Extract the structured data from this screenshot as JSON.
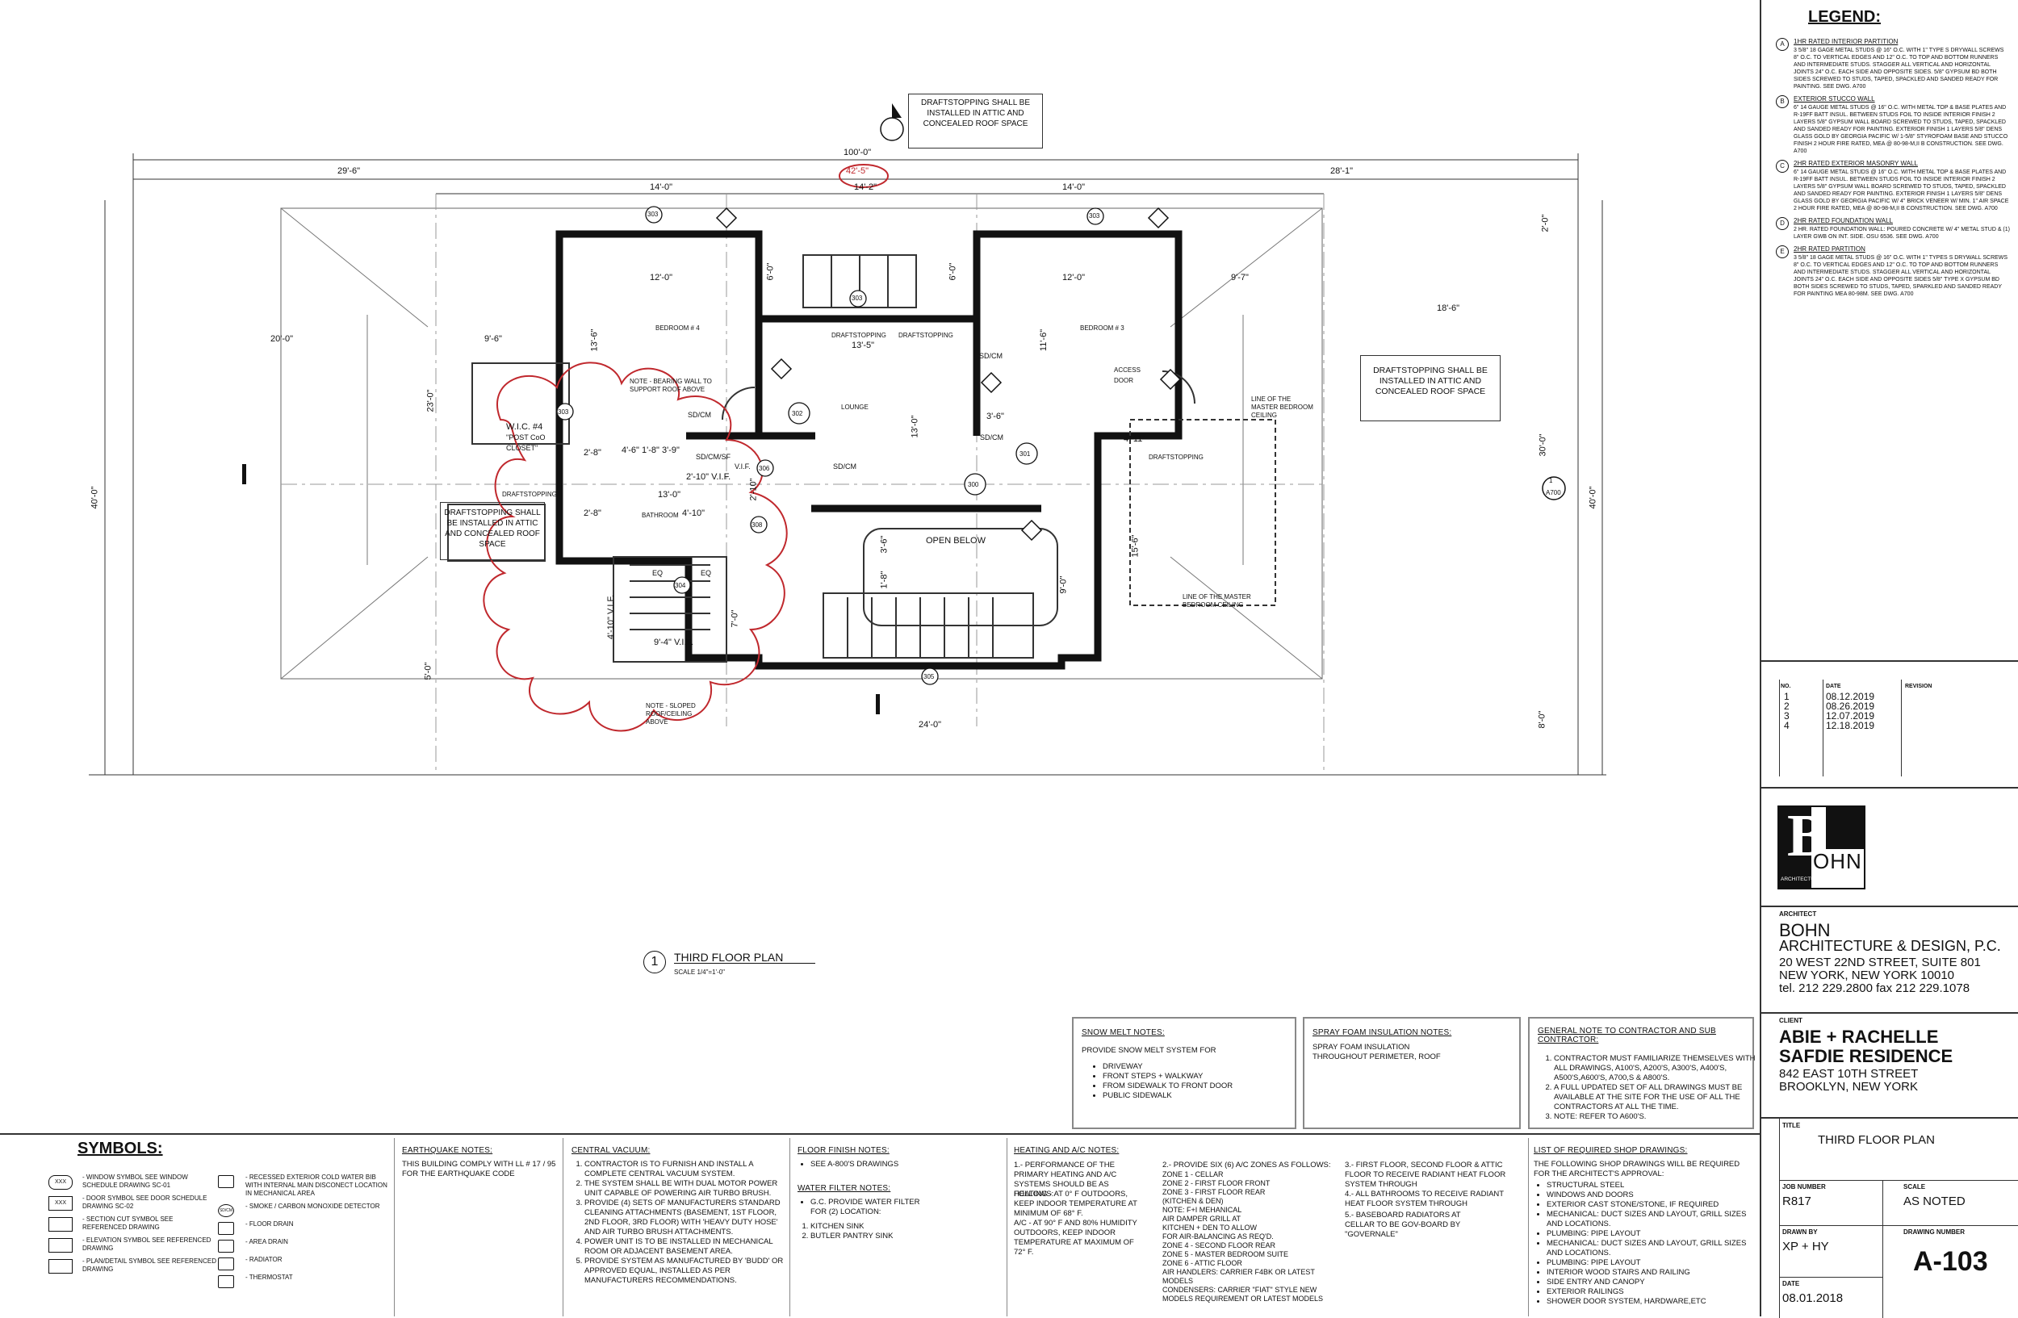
{
  "legend": {
    "title": "LEGEND:",
    "items": [
      {
        "tag": "A",
        "title": "1HR RATED INTERIOR PARTITION",
        "body": "3 5/8\" 18 GAGE METAL STUDS @ 16\" O.C. WITH 1\" TYPE S DRYWALL SCREWS 8\" O.C. TO VERTICAL EDGES AND 12\" O.C. TO TOP AND BOTTOM RUNNERS AND INTERMEDIATE STUDS. STAGGER ALL VERTICAL AND HORIZONTAL JOINTS 24\" O.C. EACH SIDE AND OPPOSITE SIDES. 5/8\" GYPSUM BD BOTH SIDES SCREWED TO STUDS, TAPED, SPACKLED AND SANDED READY FOR PAINTING. SEE DWG. A700"
      },
      {
        "tag": "B",
        "title": "EXTERIOR STUCCO WALL",
        "body": "6\" 14 GAUGE METAL STUDS @ 16\" O.C. WITH METAL TOP & BASE PLATES AND R-19FF BATT INSUL. BETWEEN STUDS FOIL TO INSIDE INTERIOR FINISH 2 LAYERS 5/8\" GYPSUM WALL BOARD SCREWED TO STUDS, TAPED, SPACKLED AND SANDED READY FOR PAINTING. EXTERIOR FINISH 1 LAYERS 5/8\" DENS GLASS GOLD BY GEORGIA PACIFIC W/ 1-5/8\" STYROFOAM BASE AND STUCCO FINISH 2 HOUR FIRE RATED, MEA @ 80-98-M,II B CONSTRUCTION. SEE DWG. A700"
      },
      {
        "tag": "C",
        "title": "2HR RATED EXTERIOR MASONRY WALL",
        "body": "6\" 14 GAUGE METAL STUDS @ 16\" O.C. WITH METAL TOP & BASE PLATES AND R-19FF BATT INSUL. BETWEEN STUDS FOIL TO INSIDE INTERIOR FINISH 2 LAYERS 5/8\" GYPSUM WALL BOARD SCREWED TO STUDS, TAPED, SPACKLED AND SANDED READY FOR PAINTING. EXTERIOR FINISH 1 LAYERS 5/8\" DENS GLASS GOLD BY GEORGIA PACIFIC W/ 4\" BRICK VENEER W/ MIN. 1\" AIR SPACE 2 HOUR FIRE RATED, MEA @ 80-98-M,II B CONSTRUCTION. SEE DWG. A700"
      },
      {
        "tag": "D",
        "title": "2HR RATED FOUNDATION WALL",
        "body": "2 HR. RATED FOUNDATION WALL: POURED CONCRETE W/ 4\" METAL STUD & (1) LAYER GWB ON INT. SIDE. OSU 6536. SEE DWG. A700"
      },
      {
        "tag": "E",
        "title": "2HR RATED PARTITION",
        "body": "3 5/8\" 18 GAGE METAL STUDS @ 16\" O.C. WITH 1\" TYPES S DRYWALL SCREWS 8\" O.C. TO VERTICAL EDGES AND 12\" O.C. TO TOP AND BOTTOM RUNNERS AND INTERMEDIATE STUDS. STAGGER ALL VERTICAL AND HORIZONTAL JOINTS 24\" O.C. EACH SIDE AND OPPOSITE SIDES 5/8\" TYPE X GYPSUM BD BOTH SIDES SCREWED TO STUDS, TAPED, SPARKLED AND SANDED READY FOR PAINTING MEA 80-98M. SEE DWG. A700"
      }
    ]
  },
  "revisions": {
    "headers": [
      "NO.",
      "DATE",
      "REVISION"
    ],
    "rows": [
      [
        "1",
        "08.12.2019"
      ],
      [
        "2",
        "08.26.2019"
      ],
      [
        "3",
        "12.07.2019"
      ],
      [
        "4",
        "12.18.2019"
      ]
    ]
  },
  "logo": {
    "letter": "B",
    "sub": "OHN",
    "tagline": "ARCHITECTURE & DESIGN"
  },
  "architect": {
    "label": "ARCHITECT",
    "name": "BOHN",
    "firm": "ARCHITECTURE & DESIGN, P.C.",
    "address1": "20 WEST 22ND STREET, SUITE 801",
    "address2": "NEW YORK, NEW YORK 10010",
    "phone": "tel. 212 229.2800 fax 212 229.1078"
  },
  "client": {
    "label": "CLIENT",
    "line1": "ABIE + RACHELLE",
    "line2": "SAFDIE RESIDENCE",
    "address1": "842 EAST 10TH STREET",
    "address2": "BROOKLYN, NEW YORK"
  },
  "titleblock": {
    "title_label": "TITLE",
    "title": "THIRD FLOOR PLAN",
    "job_label": "JOB NUMBER",
    "job": "R817",
    "scale_label": "SCALE",
    "scale": "AS NOTED",
    "drawn_label": "DRAWN BY",
    "drawn": "XP + HY",
    "drawing_label": "DRAWING NUMBER",
    "drawing": "A-103",
    "date_label": "DATE",
    "date": "08.01.2018"
  },
  "plan": {
    "title_num": "1",
    "title": "THIRD FLOOR PLAN",
    "scale": "SCALE 1/4\"=1'-0\"",
    "notes": {
      "draft_top": "DRAFTSTOPPING SHALL BE INSTALLED IN ATTIC AND CONCEALED ROOF SPACE",
      "draft_right": "DRAFTSTOPPING SHALL BE INSTALLED IN ATTIC AND CONCEALED ROOF SPACE",
      "draft_left": "DRAFTSTOPPING SHALL BE INSTALLED IN ATTIC AND CONCEALED ROOF SPACE"
    },
    "dims": {
      "top_total": "100'-0\"",
      "top_sub": "42'-5\"",
      "left_w": "29'-6\"",
      "right_w": "28'-1\"",
      "d14a": "14'-0\"",
      "d14b": "14'-0\"",
      "d14c": "14'-2\"",
      "left_h": "40'-0\"",
      "right_h": "40'-0\"",
      "d20": "20'-0\"",
      "d9_6": "9'-6\"",
      "d23": "23'-0\"",
      "d12a": "12'-0\"",
      "d12b": "12'-0\"",
      "d13_5": "13'-5\"",
      "d18_6": "18'-6\"",
      "d9_7": "9'-7\"",
      "d30": "30'-0\"",
      "d24": "24'-0\"",
      "d8": "8'-0\"",
      "d2": "2'-0\"",
      "d6a": "6'-0\"",
      "d6b": "6'-0\"",
      "d13_6": "13'-6\"",
      "d11_6": "11'-6\"",
      "d13_0": "13'-0\"",
      "d3_6": "3'-6\"",
      "d4_11": "4'-11\"",
      "d15_6": "15'-6\"",
      "d9_0": "9'-0\"",
      "d5_0": "5'-0\"",
      "d4_10": "4'-10\" V.I.F.",
      "d9_4": "9'-4\" V.I.F.",
      "d2_8a": "2'-8\"",
      "d2_8b": "2'-8\"",
      "d13_0b": "13'-0\"",
      "d1_8": "1'-8\"",
      "d3_9": "3'-9\"",
      "d7_0": "7'-0\"",
      "d3_6b": "3'-6\"",
      "d1_8b": "1'-8\"",
      "d2_10": "2'-10\" V.I.F.",
      "d4_10b": "4'-10\"",
      "d4_6": "4'-6\"",
      "d2_10b": "2'-10\""
    },
    "labels": {
      "bedroom4": "BEDROOM # 4",
      "bedroom3": "BEDROOM # 3",
      "lounge": "LOUNGE",
      "open_below": "OPEN BELOW",
      "bathroom": "BATHROOM",
      "wic": "W.I.C. #4",
      "wic_note": "\"POST CoO CLOSET\"",
      "access": "ACCESS DOOR",
      "draftstop": "DRAFTSTOPPING",
      "sdcm": "SD/CM",
      "sdcm2": "SD/CM",
      "sdcm3": "SD/CM",
      "sdcm4": "SD/CM",
      "sdcmsf": "SD/CM/SF",
      "bearing": "NOTE - BEARING WALL TO SUPPORT ROOF ABOVE",
      "sloped": "NOTE - SLOPED ROOF/CEILING ABOVE",
      "master_line1": "LINE OF THE MASTER BEDROOM CEILING",
      "master_line2": "LINE OF THE MASTER BEDROOM CEILING",
      "eq": "EQ",
      "viif": "V.I.F.",
      "tags": [
        "303",
        "303",
        "303",
        "302",
        "300",
        "301",
        "304",
        "305",
        "306",
        "308",
        "303"
      ],
      "section": "A700",
      "section_num": "1"
    }
  },
  "notes": {
    "snow_title": "SNOW MELT NOTES:",
    "snow_intro": "PROVIDE SNOW MELT SYSTEM FOR",
    "snow_items": [
      "DRIVEWAY",
      "FRONT STEPS + WALKWAY",
      "FROM SIDEWALK TO FRONT DOOR",
      "PUBLIC SIDEWALK"
    ],
    "spray_title": "SPRAY FOAM INSULATION NOTES:",
    "spray_body1": "SPRAY FOAM INSULATION",
    "spray_body2": "THROUGHOUT PERIMETER, ROOF",
    "gen_title": "GENERAL NOTE TO CONTRACTOR AND SUB CONTRACTOR:",
    "gen_items": [
      "CONTRACTOR MUST FAMILIARIZE THEMSELVES WITH ALL DRAWINGS, A100'S, A200'S, A300'S, A400'S, A500'S,A600'S, A700,S & A800'S.",
      "A FULL UPDATED SET OF ALL DRAWINGS MUST BE AVAILABLE AT THE SITE FOR THE USE OF ALL THE CONTRACTORS AT ALL THE TIME.",
      "NOTE: REFER TO A600'S."
    ]
  },
  "symbols": {
    "title": "SYMBOLS:",
    "items": [
      "- WINDOW SYMBOL SEE WINDOW SCHEDULE DRAWING SC-01",
      "- DOOR SYMBOL SEE DOOR SCHEDULE DRAWING SC-02",
      "- SECTION CUT SYMBOL SEE REFERENCED DRAWING",
      "- ELEVATION SYMBOL SEE REFERENCED DRAWING",
      "- PLAN/DETAIL SYMBOL SEE REFERENCED DRAWING"
    ],
    "items2": [
      "- RECESSED EXTERIOR COLD WATER BIB WITH INTERNAL MAIN DISCONECT LOCATION IN MECHANICAL AREA",
      "- SMOKE / CARBON MONOXIDE DETECTOR",
      "- FLOOR DRAIN",
      "- AREA DRAIN",
      "- RADIATOR",
      "- THERMOSTAT"
    ],
    "codes": [
      "XXX",
      "XXX",
      "SD/CM"
    ]
  },
  "bottom_notes": {
    "eq_title": "EARTHQUAKE NOTES:",
    "eq_body": "THIS BUILDING COMPLY WITH LL # 17 / 95 FOR THE EARTHQUAKE CODE",
    "cv_title": "CENTRAL VACUUM:",
    "cv_items": [
      "CONTRACTOR IS TO FURNISH AND INSTALL A COMPLETE CENTRAL VACUUM SYSTEM.",
      "THE SYSTEM SHALL BE WITH DUAL MOTOR POWER UNIT CAPABLE OF POWERING AIR TURBO BRUSH.",
      "PROVIDE (4) SETS OF MANUFACTURERS STANDARD CLEANING ATTACHMENTS (BASEMENT, 1ST FLOOR, 2ND FLOOR, 3RD FLOOR) WITH 'HEAVY DUTY HOSE' AND AIR TURBO BRUSH ATTACHMENTS.",
      "POWER UNIT IS TO BE INSTALLED IN MECHANICAL ROOM OR ADJACENT BASEMENT AREA.",
      "PROVIDE SYSTEM AS MANUFACTURED BY 'BUDD' OR APPROVED EQUAL, INSTALLED AS PER MANUFACTURERS RECOMMENDATIONS."
    ],
    "ff_title": "FLOOR FINISH NOTES:",
    "ff_items": [
      "SEE A-800'S DRAWINGS"
    ],
    "wf_title": "WATER FILTER NOTES:",
    "wf_items": [
      "G.C. PROVIDE WATER FILTER FOR (2) LOCATION:"
    ],
    "wf_list": [
      "KITCHEN SINK",
      "BUTLER PANTRY SINK"
    ],
    "hvac_title": "HEATING AND A/C NOTES:",
    "hvac1": "1.- PERFORMANCE OF THE PRIMARY HEATING AND A/C SYSTEMS SHOULD BE AS FOLLOWS:",
    "hvac1b": "HEATING - AT 0° F OUTDOORS, KEEP INDOOR TEMPERATURE AT MINIMUM OF 68° F.",
    "hvac1c": "A/C - AT 90° F AND 80% HUMIDITY OUTDOORS, KEEP INDOOR TEMPERATURE AT MAXIMUM OF 72° F.",
    "hvac2": "2.- PROVIDE SIX (6) A/C ZONES AS FOLLOWS:",
    "hvac2_zones": [
      "ZONE 1  -  CELLAR",
      "ZONE 2  -  FIRST FLOOR FRONT",
      "ZONE 3  -  FIRST FLOOR REAR",
      "(KITCHEN & DEN)",
      "NOTE: F+I MEHANICAL",
      "AIR DAMPER GRILL AT",
      "KITCHEN + DEN TO ALLOW",
      "FOR AIR-BALANCING AS REQ'D.",
      "ZONE 4  -  SECOND FLOOR REAR",
      "ZONE 5  -  MASTER BEDROOM SUITE",
      "ZONE 6  -  ATTIC FLOOR",
      "AIR HANDLERS:  CARRIER F4BK OR LATEST MODELS",
      "CONDENSERS:  CARRIER \"FIAT\" STYLE NEW MODELS REQUIREMENT OR LATEST MODELS"
    ],
    "hvac3": "3.- FIRST FLOOR, SECOND FLOOR & ATTIC FLOOR TO RECEIVE RADIANT HEAT FLOOR SYSTEM THROUGH",
    "hvac4": "4.- ALL BATHROOMS TO RECEIVE RADIANT HEAT FLOOR SYSTEM THROUGH",
    "hvac5": "5.- BASEBOARD RADIATORS AT CELLAR TO BE GOV-BOARD BY \"GOVERNALE\"",
    "shop_title": "LIST OF REQUIRED SHOP DRAWINGS:",
    "shop_intro": "THE FOLLOWING SHOP DRAWINGS WILL BE REQUIRED FOR THE ARCHITECT'S APPROVAL:",
    "shop_items": [
      "STRUCTURAL STEEL",
      "WINDOWS AND DOORS",
      "EXTERIOR CAST STONE/STONE, IF REQUIRED",
      "MECHANICAL:  DUCT SIZES AND LAYOUT, GRILL SIZES AND LOCATIONS.",
      "PLUMBING:  PIPE LAYOUT",
      "MECHANICAL:  DUCT SIZES AND  LAYOUT, GRILL SIZES AND LOCATIONS.",
      "PLUMBING:  PIPE LAYOUT",
      "INTERIOR WOOD STAIRS AND RAILING",
      "SIDE ENTRY AND CANOPY",
      "EXTERIOR RAILINGS",
      "SHOWER DOOR SYSTEM, HARDWARE,ETC"
    ]
  },
  "colors": {
    "ink": "#111111",
    "wall": "#1a1a1a",
    "redline": "#c0282d",
    "grid": "#888888"
  }
}
